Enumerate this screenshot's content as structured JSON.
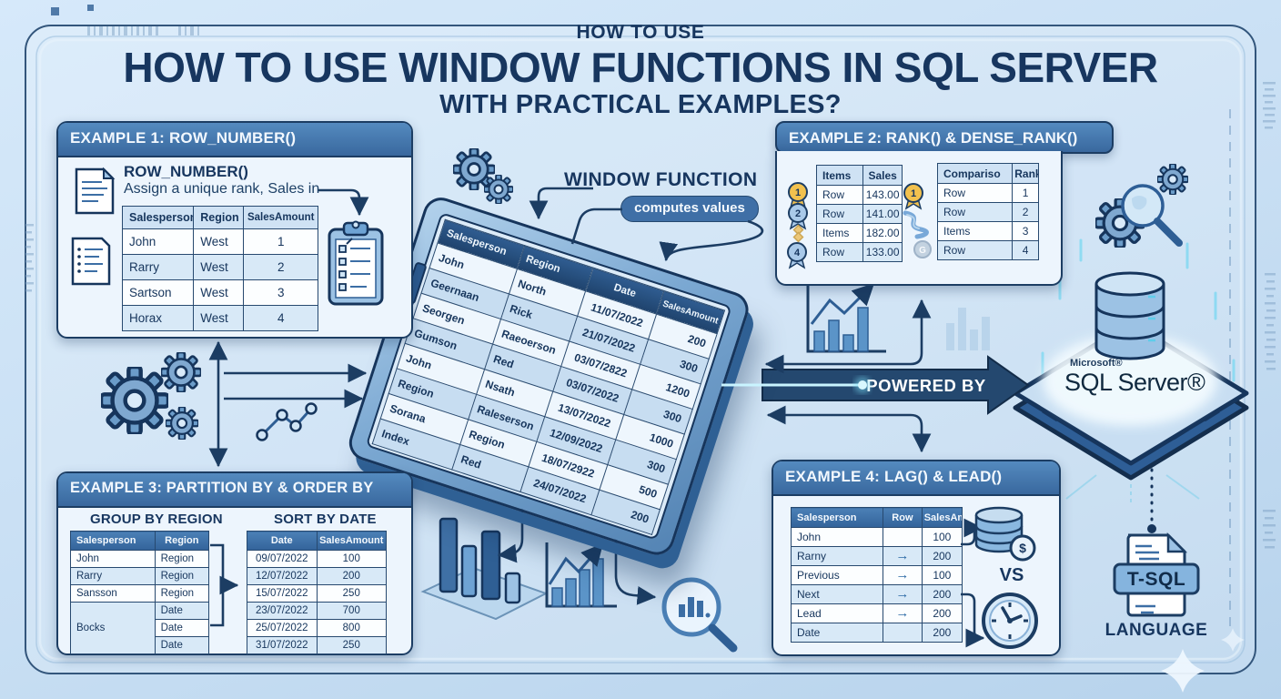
{
  "title": {
    "kicker": "HOW TO USE",
    "main": "HOW TO USE WINDOW FUNCTIONS IN SQL SERVER",
    "sub": "WITH PRACTICAL EXAMPLES?"
  },
  "center": {
    "label": "WINDOW FUNCTION",
    "badge": "computes values",
    "table": {
      "headers": [
        "Salesperson",
        "Region",
        "Date",
        "SalesAmount"
      ],
      "rows": [
        [
          "John",
          "North",
          "11/07/2022",
          "200"
        ],
        [
          "Geernaan",
          "Rick",
          "21/07/2022",
          "300"
        ],
        [
          "Seorgen",
          "Raeoerson",
          "03/07/2822",
          "1200"
        ],
        [
          "Gumson",
          "Red",
          "03/07/2022",
          "300"
        ],
        [
          "John",
          "Nsath",
          "13/07/2022",
          "1000"
        ],
        [
          "Region",
          "Raleserson",
          "12/09/2022",
          "300"
        ],
        [
          "Sorana",
          "Region",
          "18/07/2922",
          "500"
        ],
        [
          "Index",
          "Red",
          "24/07/2022",
          "200"
        ]
      ]
    }
  },
  "example1": {
    "header": "EXAMPLE 1: ROW_NUMBER()",
    "func_name": "ROW_NUMBER()",
    "desc": "Assign a unique rank, Sales in",
    "table": {
      "headers": [
        "Salesperson",
        "Region",
        "SalesAmount"
      ],
      "rows": [
        [
          "John",
          "West",
          "1"
        ],
        [
          "Rarry",
          "West",
          "2"
        ],
        [
          "Sartson",
          "West",
          "3"
        ],
        [
          "Horax",
          "West",
          "4"
        ]
      ]
    }
  },
  "example2": {
    "header": "EXAMPLE 2: RANK() & DENSE_RANK()",
    "medals": [
      "1",
      "2",
      "",
      "4"
    ],
    "mid_medal": "1",
    "mid_letter": "G",
    "rank_table": {
      "headers": [
        "Items",
        "Sales"
      ],
      "rows": [
        [
          "Row",
          "143.00"
        ],
        [
          "Row",
          "141.00"
        ],
        [
          "Items",
          "182.00"
        ],
        [
          "Row",
          "133.00"
        ]
      ]
    },
    "dense_table": {
      "headers": [
        "Compariso",
        "Rank"
      ],
      "rows": [
        [
          "Row",
          "1"
        ],
        [
          "Row",
          "2"
        ],
        [
          "Items",
          "3"
        ],
        [
          "Row",
          "4"
        ]
      ]
    }
  },
  "example3": {
    "header": "EXAMPLE 3: PARTITION BY & ORDER BY",
    "group_label": "GROUP BY REGION",
    "sort_label": "SORT BY DATE",
    "group_table": {
      "headers": [
        "Salesperson",
        "Region"
      ],
      "rows": [
        [
          "John",
          "Region"
        ],
        [
          "Rarry",
          "Region"
        ],
        [
          "Sansson",
          "Region"
        ],
        [
          {
            "t": "Bocks",
            "rs": 3
          },
          "Date"
        ],
        [
          "Date"
        ],
        [
          "Date"
        ]
      ]
    },
    "sort_table": {
      "headers": [
        "Date",
        "SalesAmount"
      ],
      "rows": [
        [
          "09/07/2022",
          "100"
        ],
        [
          "12/07/2022",
          "200"
        ],
        [
          "15/07/2022",
          "250"
        ],
        [
          "23/07/2022",
          "700"
        ],
        [
          "25/07/2022",
          "800"
        ],
        [
          "31/07/2022",
          "250"
        ]
      ]
    }
  },
  "example4": {
    "header": "EXAMPLE 4: LAG() & LEAD()",
    "vs_label": "VS",
    "table": {
      "headers": [
        "Salesperson",
        "Row",
        "SalesAmount"
      ],
      "rows": [
        [
          "John",
          "",
          "100"
        ],
        [
          "Rarny",
          "→",
          "200"
        ],
        [
          "Previous",
          "→",
          "100"
        ],
        [
          "Next",
          "→",
          "200"
        ],
        [
          "Lead",
          "→",
          "200"
        ],
        [
          "Date",
          "",
          "200"
        ]
      ]
    }
  },
  "branding": {
    "powered_by": "POWERED BY",
    "microsoft": "Microsoft®",
    "product": "SQL Server®",
    "tsql": "T-SQL",
    "language": "LANGUAGE",
    "dollar": "$"
  },
  "colors": {
    "background": "#c7def3",
    "navy": "#16355c",
    "steel_blue": "#3c6ea5",
    "panel_header": "#4a7fb5",
    "glow_cyan": "#53d7f5",
    "gold": "#f2c14e",
    "panel_bg": "#edf5fd"
  }
}
